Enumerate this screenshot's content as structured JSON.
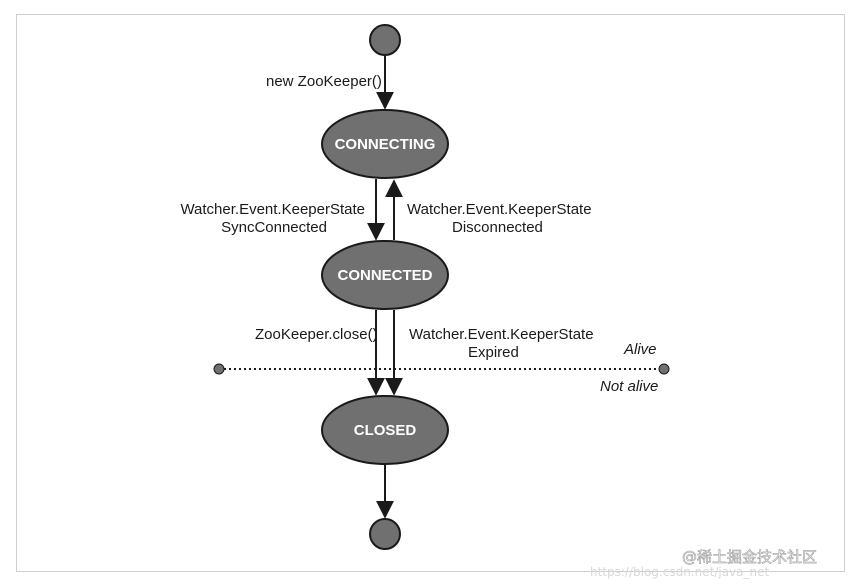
{
  "diagram": {
    "states": {
      "connecting": "CONNECTING",
      "connected": "CONNECTED",
      "closed": "CLOSED"
    },
    "transitions": {
      "start_to_connecting": "new ZooKeeper()",
      "connecting_to_connected": [
        "Watcher.Event.KeeperState",
        "SyncConnected"
      ],
      "connected_to_connecting": [
        "Watcher.Event.KeeperState",
        "Disconnected"
      ],
      "connected_to_closed_close": "ZooKeeper.close()",
      "connected_to_closed_expired": [
        "Watcher.Event.KeeperState",
        "Expired"
      ]
    },
    "regions": {
      "alive": "Alive",
      "not_alive": "Not alive"
    },
    "colors": {
      "state_fill": "#707070",
      "state_stroke": "#1a1a1a",
      "edge": "#1a1a1a"
    }
  },
  "watermark": {
    "text": "@稀土掘金技术社区",
    "faint_text": "https://blog.csdn.net/java_net"
  }
}
